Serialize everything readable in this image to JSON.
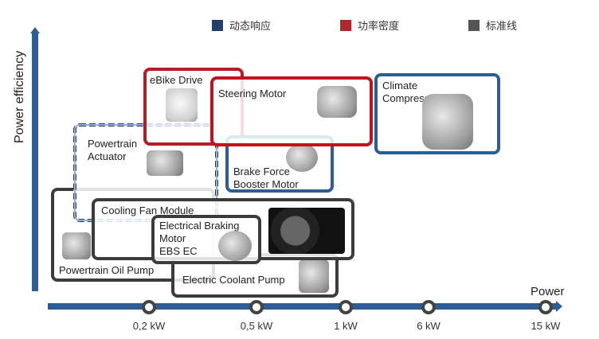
{
  "legend": {
    "items": [
      {
        "label": "动态响应",
        "color": "#1f3f6e"
      },
      {
        "label": "功率密度",
        "color": "#b3262a"
      },
      {
        "label": "标准线",
        "color": "#555555"
      }
    ]
  },
  "axes": {
    "y_label": "Power efficiency",
    "x_label": "Power",
    "x_ticks": [
      "0,2 kW",
      "0,5 kW",
      "1 kW",
      "6 kW",
      "15 kW"
    ],
    "axis_color": "#2e5d96"
  },
  "components": [
    {
      "label": "eBike Drive",
      "category": "功率密度",
      "image": "ebike-drive-unit"
    },
    {
      "label": "Steering Motor",
      "category": "功率密度",
      "image": "steering-motor"
    },
    {
      "label": "Climate\nCompressor",
      "category": "动态响应",
      "image": "climate-compressor"
    },
    {
      "label": "Powertrain\nActuator",
      "category": "标准线 / 动态响应",
      "image": "powertrain-actuator"
    },
    {
      "label": "Brake Force\nBooster Motor",
      "category": "动态响应",
      "image": "brake-booster-motor"
    },
    {
      "label": "Cooling Fan Module",
      "category": "标准线",
      "image": "cooling-fan"
    },
    {
      "label": "Electrical Braking\nMotor\nEBS EC",
      "category": "标准线",
      "image": "braking-motor"
    },
    {
      "label": "Powertrain Oil Pump",
      "category": "标准线",
      "image": "oil-pump"
    },
    {
      "label": "Electric Coolant Pump",
      "category": "标准线",
      "image": "coolant-pump"
    }
  ]
}
